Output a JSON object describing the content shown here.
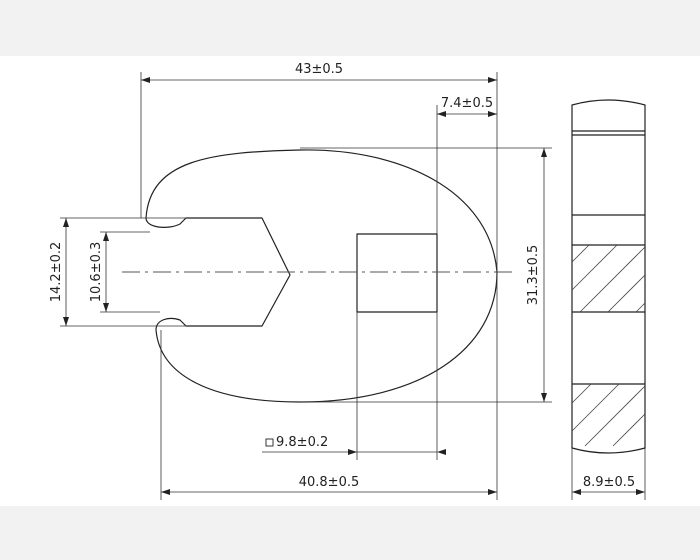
{
  "drawing": {
    "dimensions": {
      "overall_length_top": "43±0.5",
      "tail_offset": "7.4±0.5",
      "height_right": "31.3±0.5",
      "square_drive": "9.8±0.2",
      "overall_length_bottom": "40.8±0.5",
      "thickness": "8.9±0.5",
      "jaw_height_outer": "14.2±0.2",
      "jaw_height_inner": "10.6±0.3"
    }
  }
}
